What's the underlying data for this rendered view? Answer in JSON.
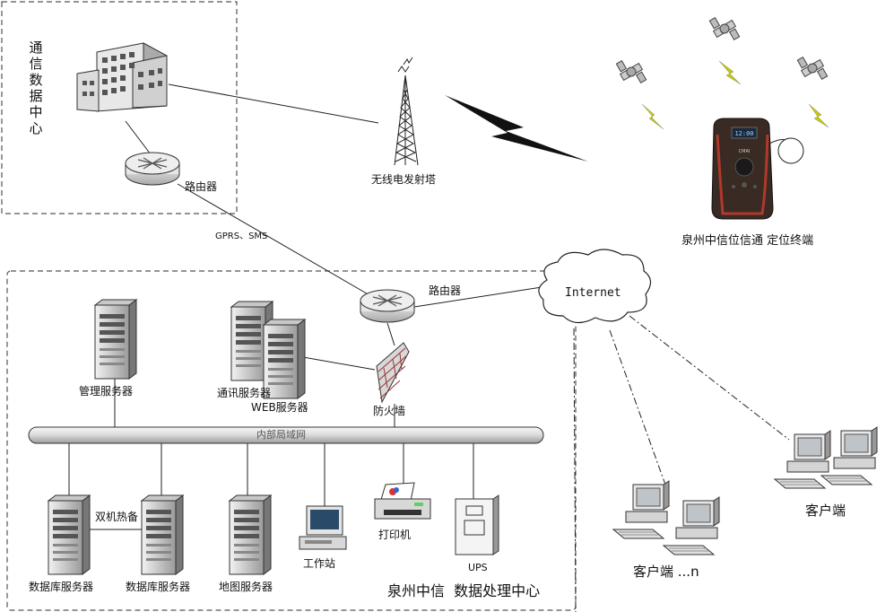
{
  "labels": {
    "comm_center": [
      "通",
      "信",
      "数",
      "据",
      "中",
      "心"
    ],
    "router_top": "路由器",
    "gprs": "GPRS、SMS",
    "tower": "无线电发射塔",
    "terminal": "泉州中信位信通 定位终端",
    "router_mid": "路由器",
    "internet": "Internet",
    "mgmt_server": "管理服务器",
    "comm_server": "通讯服务器",
    "web_server": "WEB服务器",
    "firewall": "防火墙",
    "lan": "内部局域网",
    "hot_standby": "双机热备",
    "db_server_1": "数据库服务器",
    "db_server_2": "数据库服务器",
    "map_server": "地图服务器",
    "workstation": "工作站",
    "printer": "打印机",
    "ups": "UPS",
    "center_title": "泉州中信  数据处理中心",
    "client_left": "客户端 ...n",
    "client_right": "客户端"
  },
  "device_screen": "12:00",
  "device_brand": "CMAI",
  "colors": {
    "line": "#222222",
    "dashed_box": "#555555",
    "server_light": "#dcdcdc",
    "server_dark": "#8a8a8a",
    "lightning": "#c8c800",
    "device_body": "#3a2a24",
    "device_accent": "#b0392b"
  }
}
